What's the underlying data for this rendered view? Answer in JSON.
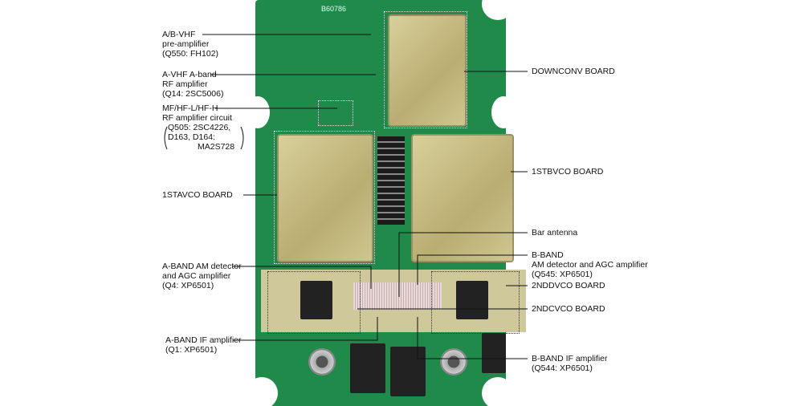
{
  "board_marking": "B60786",
  "labels": {
    "ab_vhf_preamp": [
      "A/B-VHF",
      "pre-amplifier",
      "(Q550: FH102)"
    ],
    "a_vhf_rf_amp": [
      "A-VHF A-band",
      "RF amplifier",
      "(Q14: 2SC5006)"
    ],
    "mf_hf_rf_amp": [
      "MF/HF-L/HF-H",
      "RF amplifier circuit",
      "Q505: 2SC4226,",
      "D163, D164:",
      "MA2S728"
    ],
    "stavco": "1STAVCO BOARD",
    "a_band_am": [
      "A-BAND AM detector",
      "and AGC amplifier",
      "(Q4: XP6501)"
    ],
    "a_band_if": [
      "A-BAND IF amplifier",
      "(Q1: XP6501)"
    ],
    "downconv": "DOWNCONV BOARD",
    "stbvco": "1STBVCO BOARD",
    "bar_antenna": "Bar antenna",
    "b_band_am": [
      "B-BAND",
      "AM detector and AGC amplifier",
      "(Q545: XP6501)"
    ],
    "nddvco": "2NDDVCO BOARD",
    "ndcvco": "2NDCVCO BOARD",
    "b_band_if": [
      "B-BAND IF amplifier",
      "(Q544: XP6501)"
    ]
  }
}
